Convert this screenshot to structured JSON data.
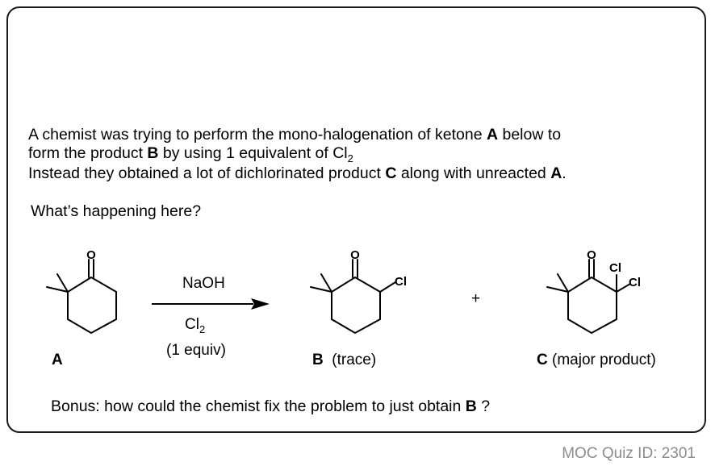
{
  "question": {
    "line1_a": "A chemist was trying to perform the mono-halogenation of ketone ",
    "line1_b": "A",
    "line1_c": " below to",
    "line2_a": "form the product ",
    "line2_b": "B",
    "line2_c": " by using 1 equivalent of Cl",
    "line2_sub": "2",
    "line3_a": "Instead they obtained a lot of dichlorinated product ",
    "line3_b": "C",
    "line3_c": " along with unreacted ",
    "line3_d": "A",
    "line3_e": ".",
    "prompt": "What’s happening here?"
  },
  "reaction": {
    "reagent_top": "NaOH",
    "reagent_bottom_base": "Cl",
    "reagent_bottom_sub": "2",
    "reagent_equiv": "(1 equiv)",
    "plus": "+",
    "oxygen": "O",
    "chlorine": "Cl"
  },
  "labels": {
    "a": "A",
    "b_bold": "B",
    "b_note": "(trace)",
    "c_bold": "C",
    "c_note": "(major product)"
  },
  "bonus": {
    "text": "Bonus: how could the chemist fix the problem to just obtain ",
    "bold": "B",
    "end": " ?"
  },
  "footer": "MOC Quiz ID: 2301"
}
